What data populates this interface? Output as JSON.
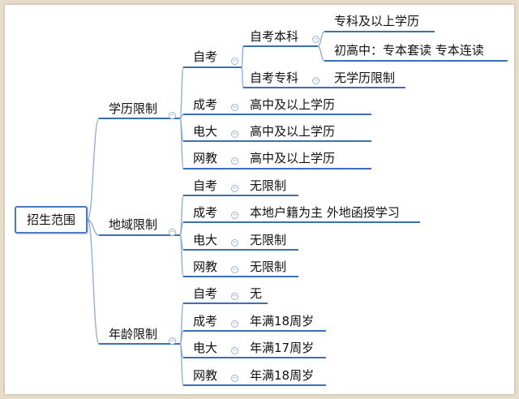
{
  "root": "招生范围",
  "branches": [
    {
      "label": "学历限制",
      "children": [
        {
          "label": "自考",
          "children": [
            {
              "label": "自考本科",
              "children": [
                {
                  "label": "专科及以上学历"
                },
                {
                  "label": "初高中：专本套读 专本连读"
                }
              ]
            },
            {
              "label": "自考专科",
              "children": [
                {
                  "label": "无学历限制"
                }
              ]
            }
          ]
        },
        {
          "label": "成考",
          "children": [
            {
              "label": "高中及以上学历"
            }
          ]
        },
        {
          "label": "电大",
          "children": [
            {
              "label": "高中及以上学历"
            }
          ]
        },
        {
          "label": "网教",
          "children": [
            {
              "label": "高中及以上学历"
            }
          ]
        }
      ]
    },
    {
      "label": "地域限制",
      "children": [
        {
          "label": "自考",
          "children": [
            {
              "label": "无限制"
            }
          ]
        },
        {
          "label": "成考",
          "children": [
            {
              "label": "本地户籍为主 外地函授学习"
            }
          ]
        },
        {
          "label": "电大",
          "children": [
            {
              "label": "无限制"
            }
          ]
        },
        {
          "label": "网教",
          "children": [
            {
              "label": "无限制"
            }
          ]
        }
      ]
    },
    {
      "label": "年龄限制",
      "children": [
        {
          "label": "自考",
          "children": [
            {
              "label": "无"
            }
          ]
        },
        {
          "label": "成考",
          "children": [
            {
              "label": "年满18周岁"
            }
          ]
        },
        {
          "label": "电大",
          "children": [
            {
              "label": "年满17周岁"
            }
          ]
        },
        {
          "label": "网教",
          "children": [
            {
              "label": "年满18周岁"
            }
          ]
        }
      ]
    }
  ],
  "colors": {
    "line": "#3c6fb6",
    "connector": "#8fb0d6",
    "background": "#e6dcc9"
  },
  "icons": {
    "collapse": "collapse-minus-icon"
  }
}
